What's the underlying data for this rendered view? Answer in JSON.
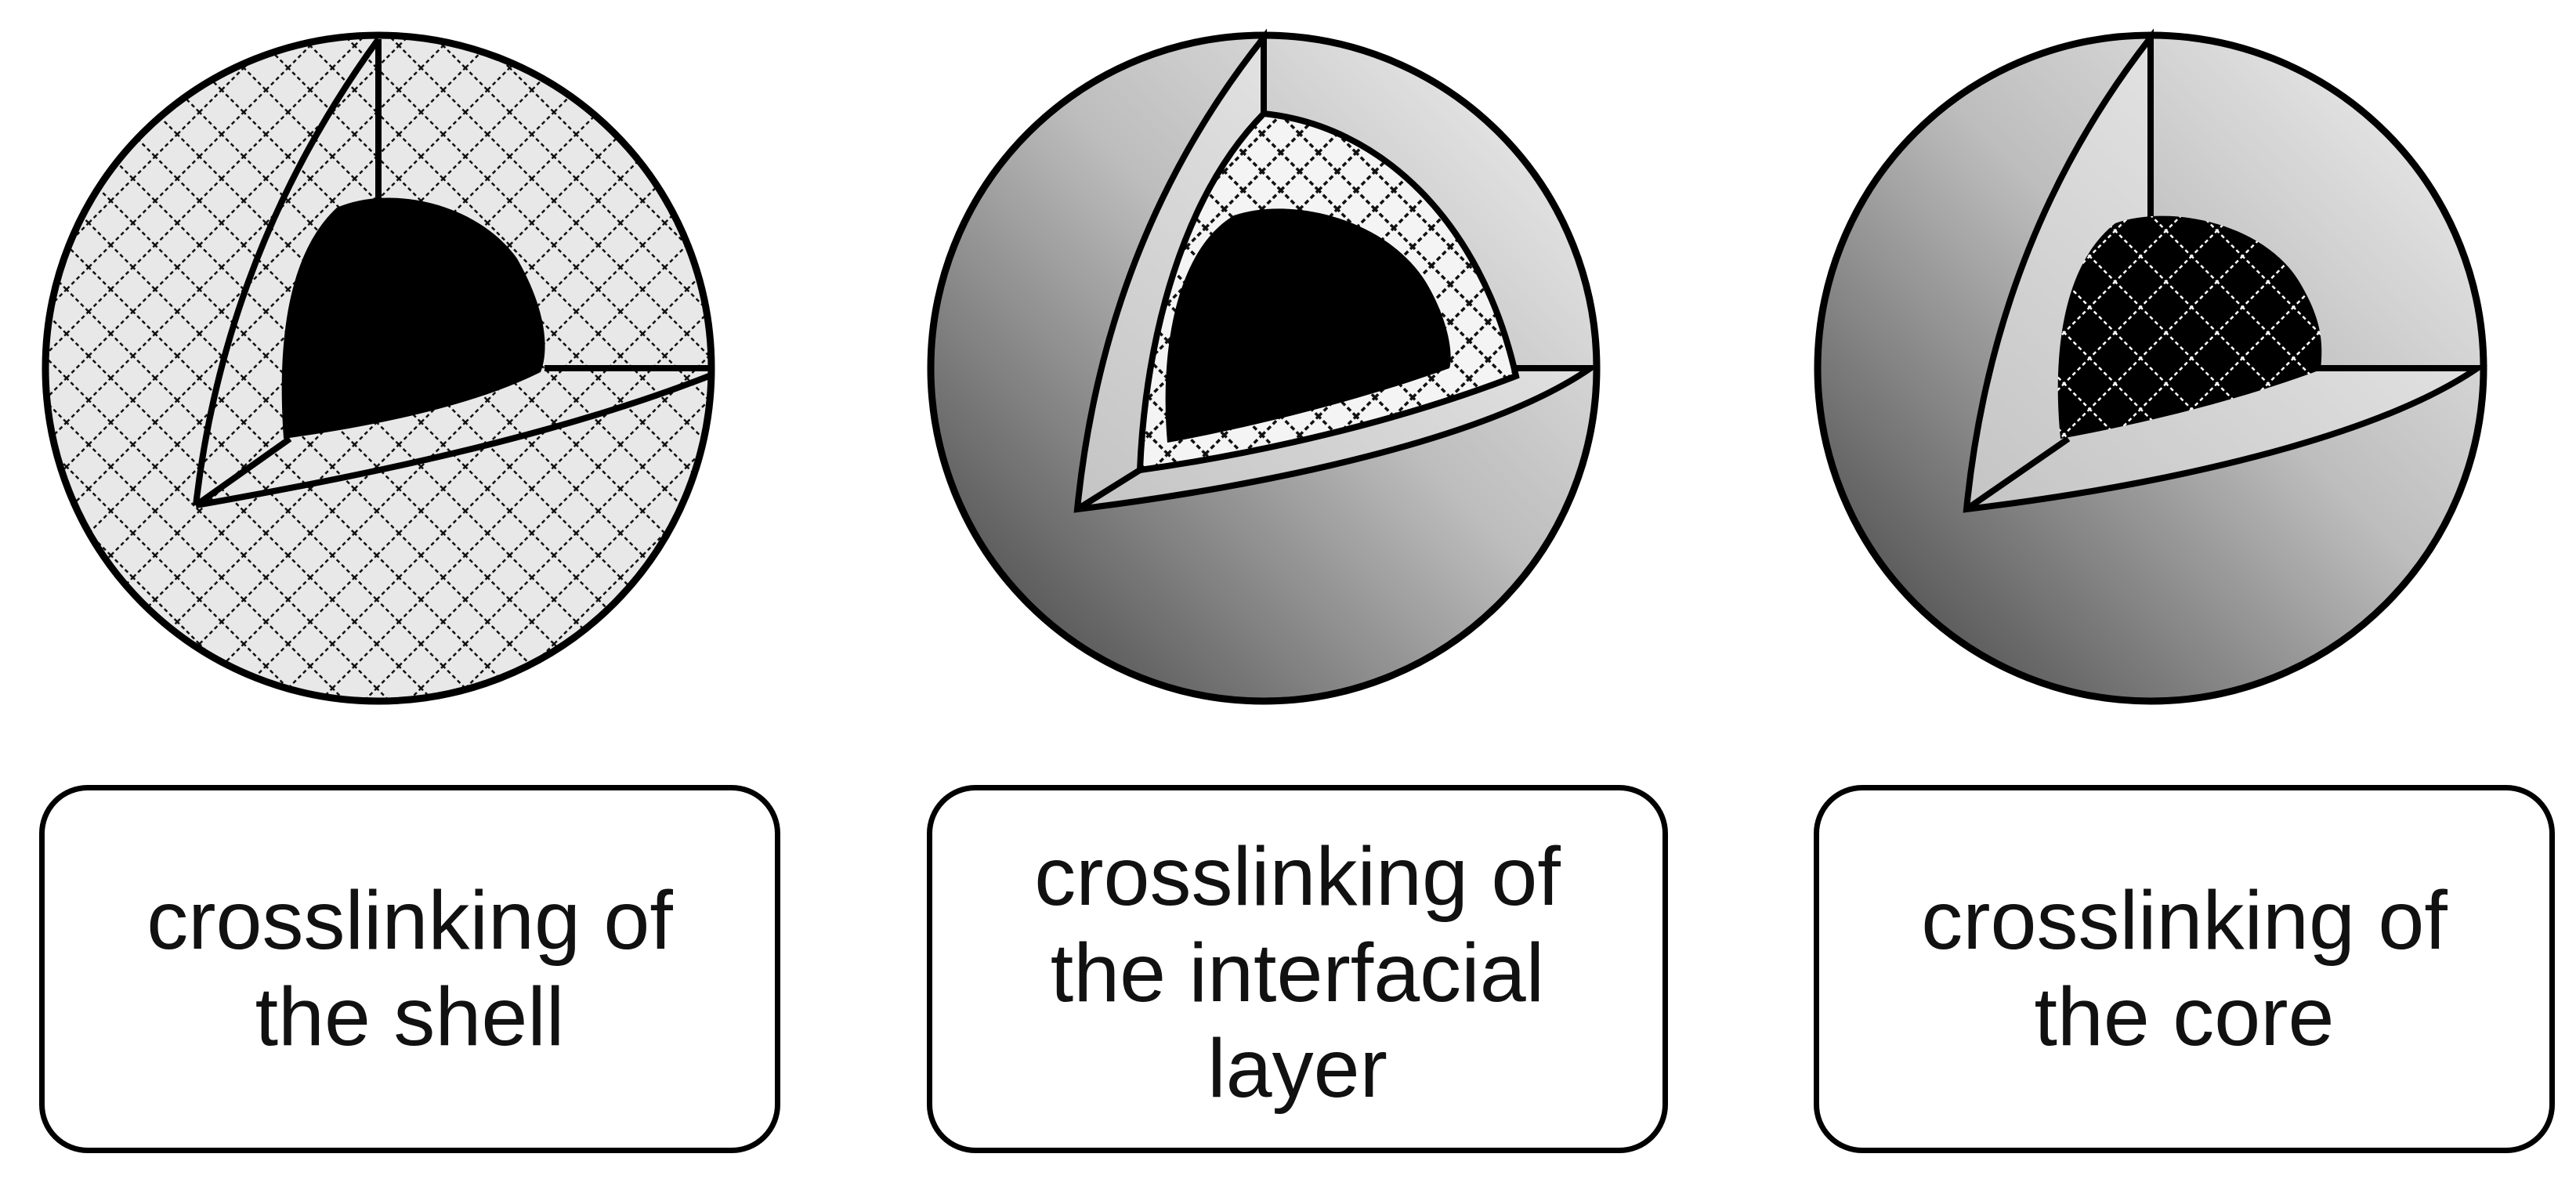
{
  "panels": [
    {
      "id": "shell",
      "label": "crosslinking of\nthe shell",
      "crosslinked_region": "shell"
    },
    {
      "id": "interfacial",
      "label": "crosslinking of\nthe interfacial\nlayer",
      "crosslinked_region": "interfacial-layer"
    },
    {
      "id": "core",
      "label": "crosslinking of\nthe core",
      "crosslinked_region": "core"
    }
  ],
  "colors": {
    "outline": "#000000",
    "core_fill": "#000000",
    "hatch_background": "#e8e8e8",
    "hatch_lines": "#111111",
    "gradient_light": "#f2f2f2",
    "gradient_dark": "#3a3a3a",
    "core_hatch_lines": "#ffffff"
  }
}
